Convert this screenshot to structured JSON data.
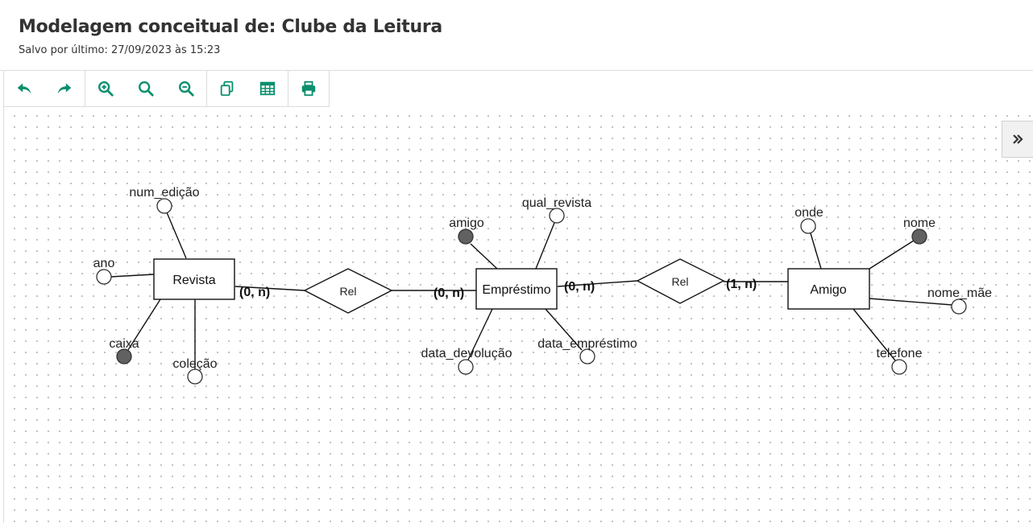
{
  "header": {
    "title": "Modelagem conceitual de: Clube da Leitura",
    "saved": "Salvo por último: 27/09/2023 às 15:23"
  },
  "toolbar": {
    "accent_color": "#0b8f6e",
    "groups": [
      [
        "undo-icon",
        "redo-icon"
      ],
      [
        "zoom-in-icon",
        "zoom-reset-icon",
        "zoom-out-icon"
      ],
      [
        "copy-icon",
        "table-icon"
      ],
      [
        "print-icon"
      ]
    ]
  },
  "side_toggle": {
    "icon": "double-chevron-right-icon"
  },
  "diagram": {
    "entities": {
      "revista": "Revista",
      "emprestimo": "Empréstimo",
      "amigo": "Amigo"
    },
    "relationships": {
      "rel1": "Rel",
      "rel2": "Rel"
    },
    "cardinalities": {
      "revista_rel1": "(0, n)",
      "emprestimo_rel1": "(0, n)",
      "emprestimo_rel2": "(0, n)",
      "amigo_rel2": "(1, n)"
    },
    "attributes": {
      "num_edicao": "num_edição",
      "ano": "ano",
      "caixa": "caixa",
      "colecao": "coleção",
      "amigo": "amigo",
      "qual_revista": "qual_revista",
      "data_devolucao": "data_devolução",
      "data_emprestimo": "data_empréstimo",
      "onde": "onde",
      "nome": "nome",
      "nome_mae": "nome_mãe",
      "telefone": "telefone"
    },
    "identifier_attributes": [
      "caixa",
      "amigo",
      "nome"
    ],
    "identifier_fill": "#616161"
  }
}
